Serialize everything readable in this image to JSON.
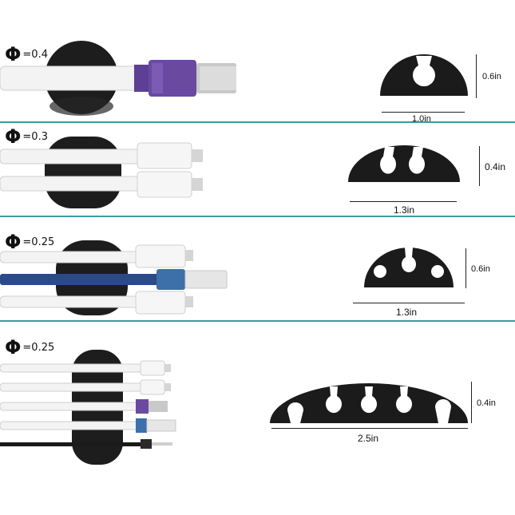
{
  "rows": [
    {
      "diameter_symbol": "Φ",
      "diameter_value": "=0.4",
      "width_label": "1.0in",
      "height_label": "0.6in",
      "slots": 1
    },
    {
      "diameter_symbol": "Φ",
      "diameter_value": "=0.3",
      "width_label": "1.3in",
      "height_label": "0.4in",
      "slots": 2
    },
    {
      "diameter_symbol": "Φ",
      "diameter_value": "=0.25",
      "width_label": "1.3in",
      "height_label": "0.6in",
      "slots": 3
    },
    {
      "diameter_symbol": "Φ",
      "diameter_value": "=0.25",
      "width_label": "2.5in",
      "height_label": "0.4in",
      "slots": 5
    }
  ],
  "colors": {
    "divider": "#3c9aa3",
    "clip": "#1b1b1b",
    "cable": "#f2f2f2",
    "purple_plug": "#6a4aa0",
    "network_cable": "#2a4a8a",
    "metal": "#c9c9c9"
  }
}
